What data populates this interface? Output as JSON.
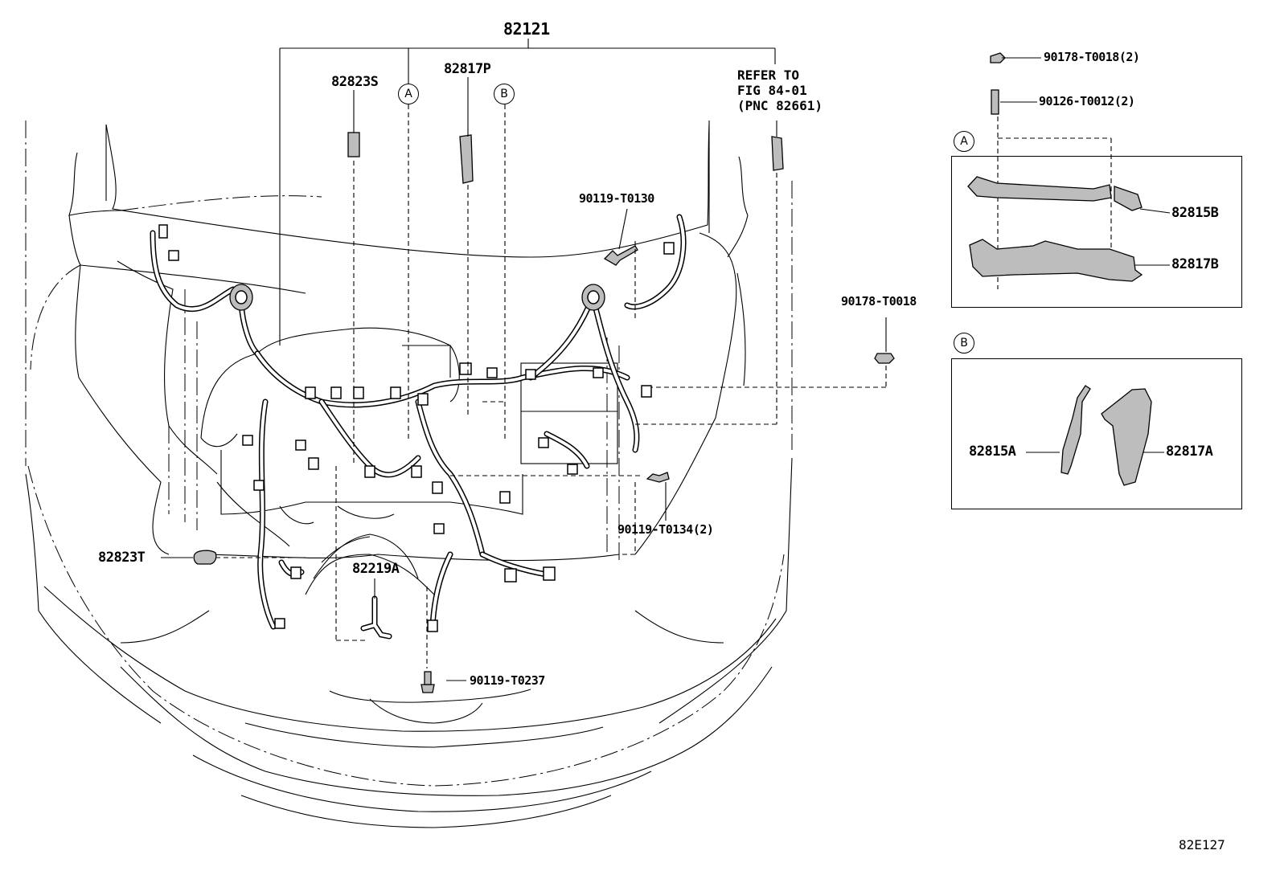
{
  "diagram": {
    "parts": {
      "main_harness": "82121",
      "p82823S": "82823S",
      "p82817P": "82817P",
      "refer_note": "REFER TO\nFIG 84-01\n(PNC 82661)",
      "p90178_T0018_2": "90178-T0018(2)",
      "p90126_T0012_2": "90126-T0012(2)",
      "p90119_T0130": "90119-T0130",
      "p90178_T0018": "90178-T0018",
      "p82815B": "82815B",
      "p82817B": "82817B",
      "p82815A": "82815A",
      "p82817A": "82817A",
      "p82823T": "82823T",
      "p82219A": "82219A",
      "p90119_T0134_2": "90119-T0134(2)",
      "p90119_T0237": "90119-T0237"
    },
    "callouts": {
      "a": "A",
      "b": "B"
    },
    "figure_code": "82E127"
  }
}
